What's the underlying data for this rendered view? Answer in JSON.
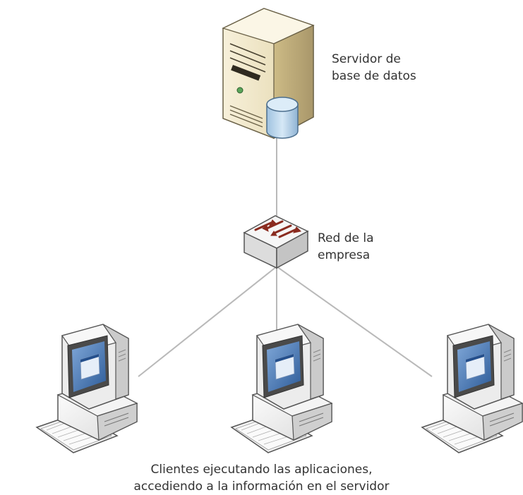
{
  "server": {
    "label_line1": "Servidor de",
    "label_line2": "base de datos"
  },
  "network": {
    "label_line1": "Red de la",
    "label_line2": "empresa"
  },
  "clients": {
    "caption_line1": "Clientes ejecutando las aplicaciones,",
    "caption_line2": "accediendo a la información en el servidor",
    "count": 3
  },
  "colors": {
    "line": "#b9b9b9",
    "server_beige": "#efe5c4",
    "database_blue": "#bcd6ea",
    "switch_arrow": "#8a2b1f",
    "screen_blue": "#3a6fb0"
  }
}
